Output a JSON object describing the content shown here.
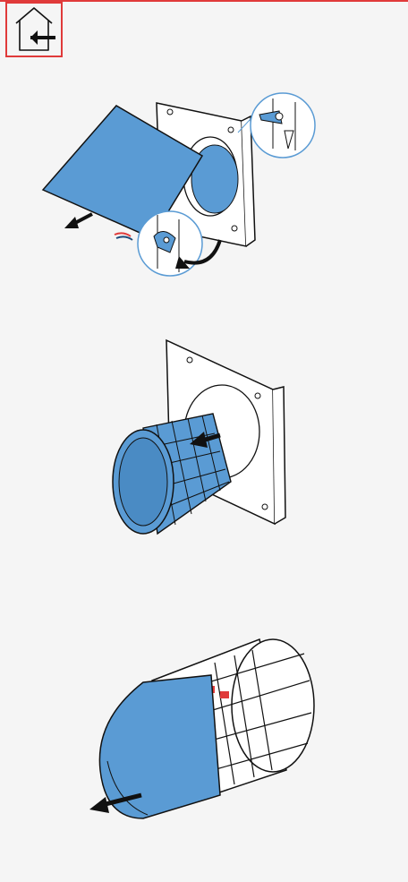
{
  "colors": {
    "accent": "#e03a3a",
    "filter_blue": "#5a9bd4",
    "outline": "#111111",
    "background": "#f5f5f5"
  },
  "header": {
    "home_button_icon": "home-back-arrow-icon"
  },
  "steps": [
    {
      "name": "open-front-cover",
      "icon": "arrow-pull-left-icon"
    },
    {
      "name": "remove-filter-cartridge",
      "icon": "arrow-pull-left-icon"
    },
    {
      "name": "remove-filter-mat",
      "icon": "arrow-pull-left-icon"
    }
  ]
}
